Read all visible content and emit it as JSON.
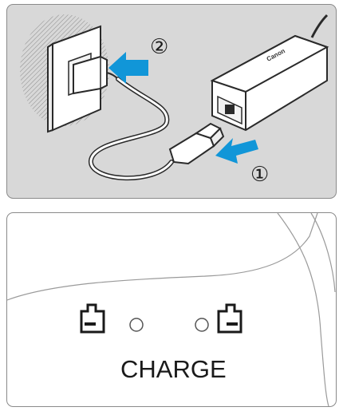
{
  "top_panel": {
    "background": "#d8d8d8",
    "step_1": "①",
    "step_2": "②",
    "adapter_brand": "Canon"
  },
  "bottom_panel": {
    "background": "#ffffff",
    "charge_label": "CHARGE"
  },
  "colors": {
    "arrow": "#1196d8",
    "outline": "#2a2a2a"
  }
}
